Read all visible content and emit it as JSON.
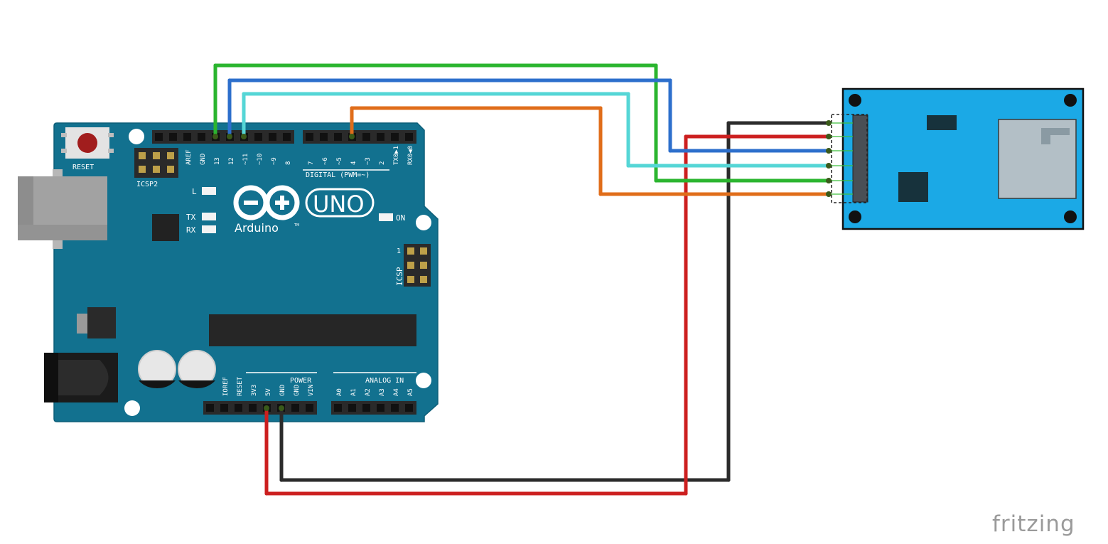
{
  "board": {
    "name": "Arduino UNO",
    "logo_uno": "UNO",
    "logo_arduino": "Arduino",
    "trademark": "TM",
    "reset_label": "RESET",
    "icsp2_label": "ICSP2",
    "icsp_label": "ICSP",
    "icsp_pin1": "1",
    "led_l": "L",
    "led_tx": "TX",
    "led_rx": "RX",
    "led_on": "ON",
    "digital_label": "DIGITAL (PWM=~)",
    "power_label": "POWER",
    "analog_label": "ANALOG IN",
    "digital_pins_left": [
      "AREF",
      "GND",
      "13",
      "12",
      "~11",
      "~10",
      "~9",
      "8"
    ],
    "digital_pins_right": [
      "7",
      "~6",
      "~5",
      "4",
      "~3",
      "2",
      "TX0▶1",
      "RX0◀0"
    ],
    "power_pins": [
      "IOREF",
      "RESET",
      "3V3",
      "5V",
      "GND",
      "GND",
      "VIN"
    ],
    "analog_pins": [
      "A0",
      "A1",
      "A2",
      "A3",
      "A4",
      "A5"
    ],
    "colors": {
      "pcb": "#12718f",
      "header": "#2a2a2a"
    }
  },
  "module": {
    "name": "SD card module",
    "color": "#1ba9e6"
  },
  "wires": [
    {
      "name": "pin13-wire",
      "color": "#2bb52f"
    },
    {
      "name": "pin12-wire",
      "color": "#2d6fcc"
    },
    {
      "name": "pin11-wire",
      "color": "#55d6d6"
    },
    {
      "name": "pin4-wire",
      "color": "#e06d1a"
    },
    {
      "name": "5v-wire",
      "color": "#cc1f1f"
    },
    {
      "name": "gnd-wire",
      "color": "#2b2b2b"
    }
  ],
  "watermark": "fritzing"
}
